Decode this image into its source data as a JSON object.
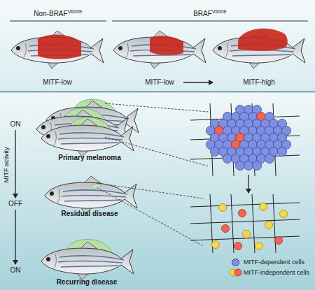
{
  "diagram": {
    "labels": [
      "Non-BRAF",
      "V600E",
      "BRAF",
      "V600E",
      "MITF-low",
      "MITF-low",
      "MITF-high",
      "MITF activity",
      "ON",
      "OFF",
      "ON",
      "Primary melanoma",
      "Residual disease",
      "Recurring disease"
    ],
    "legend": [
      {
        "text": "MITF-dependent cells",
        "color": "#7f90e0"
      },
      {
        "text": "MITF-independent cells"
      }
    ]
  }
}
